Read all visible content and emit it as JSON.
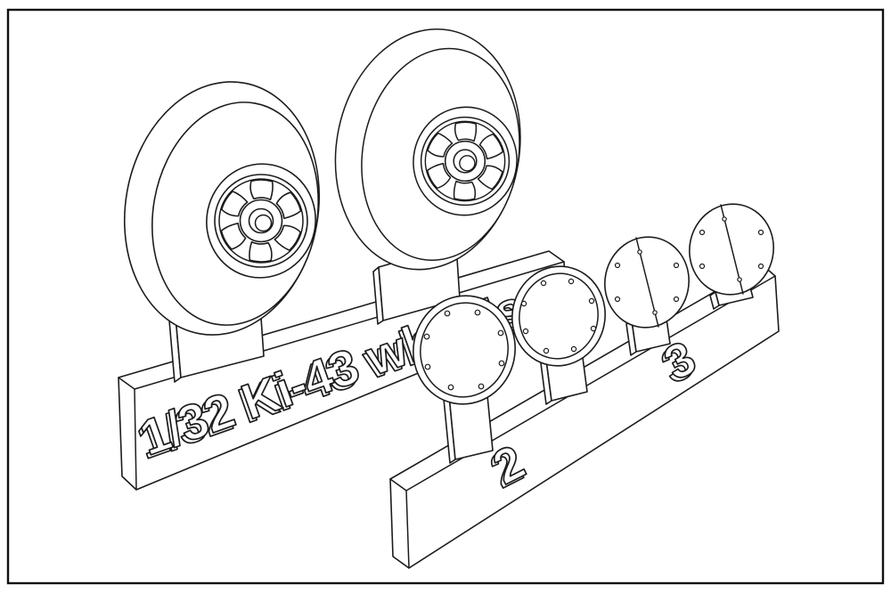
{
  "colors": {
    "background": "#ffffff",
    "line": "#1c1c1c"
  },
  "left_sprue": {
    "embossed_label": "1/32 Ki-43 wheels"
  },
  "right_sprue": {
    "label_2": "2",
    "label_3": "3"
  }
}
